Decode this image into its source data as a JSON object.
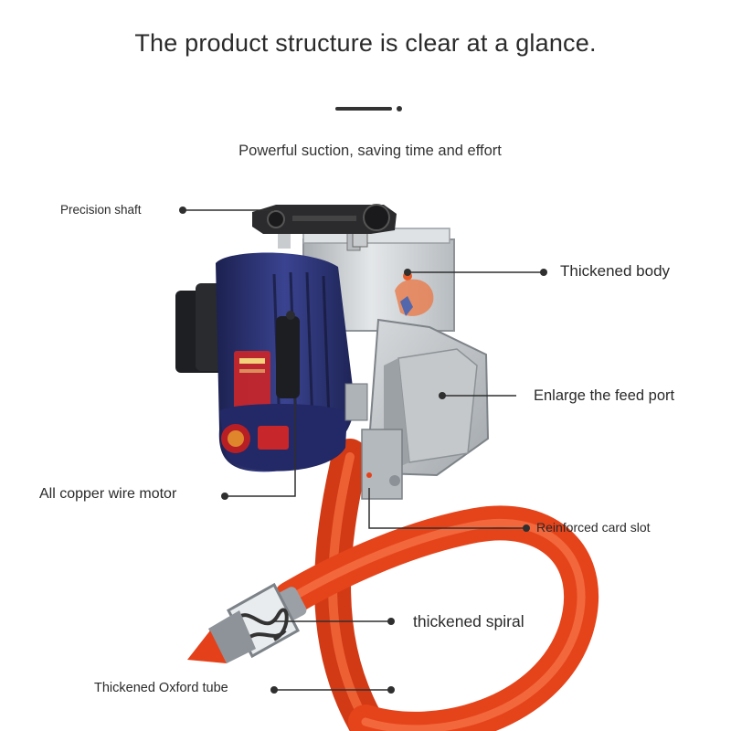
{
  "header": {
    "title": "The product structure is clear at a glance.",
    "subtitle": "Powerful suction, saving time and effort"
  },
  "callouts": {
    "precision_shaft": "Precision shaft",
    "thickened_body": "Thickened body",
    "feed_port": "Enlarge the feed port",
    "motor": "All copper wire motor",
    "card_slot": "Reinforced card slot",
    "spiral": "thickened spiral",
    "oxford_tube": "Thickened Oxford tube"
  },
  "colors": {
    "text": "#2a2a2a",
    "motor_blue": "#2a3170",
    "tube_orange": "#e8431c",
    "steel": "#c9cdd0"
  }
}
